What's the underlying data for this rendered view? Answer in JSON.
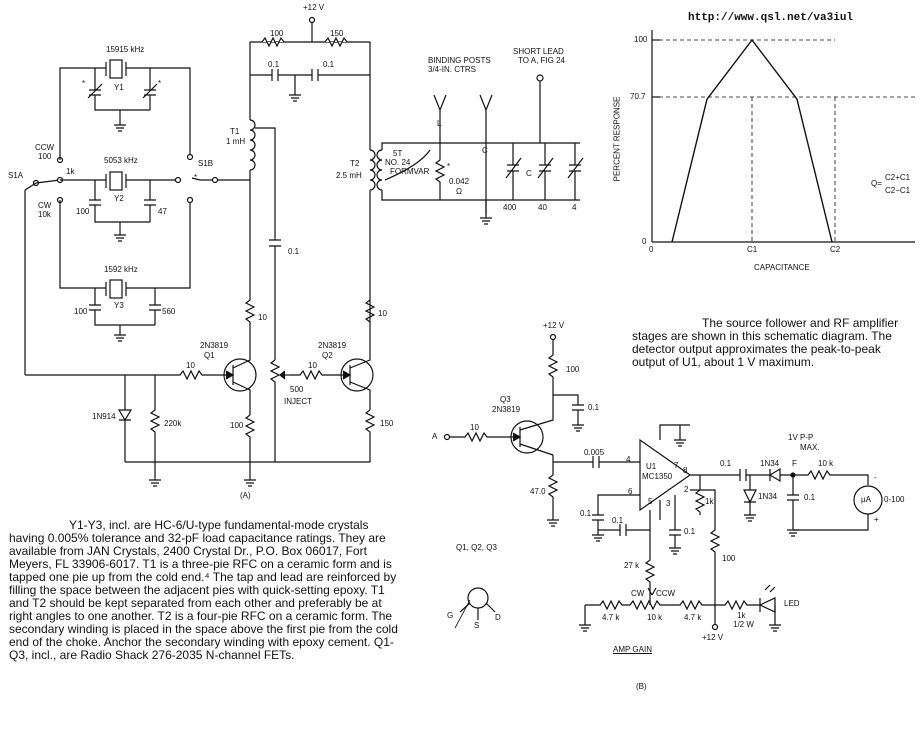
{
  "header": {
    "url": "http://www.qsl.net/va3iul"
  },
  "schematic_a": {
    "caption": "(A)",
    "supply": "+12 V",
    "crystals": [
      {
        "freq": "15915 kHz",
        "name": "Y1",
        "trims": [
          "*",
          "*"
        ]
      },
      {
        "freq": "5053 kHz",
        "name": "Y2",
        "caps": [
          "100",
          "47"
        ]
      },
      {
        "freq": "1592 kHz",
        "name": "Y3",
        "caps": [
          "100",
          "560"
        ]
      }
    ],
    "switch_a": "S1A",
    "switch_b": "S1B",
    "ccw": "CCW",
    "ccw_val": "100",
    "cw": "CW",
    "cw_val": "10k",
    "sw_1k": "1k",
    "sw_star": "*",
    "r_top_left": "100",
    "r_top_right": "150",
    "c_top_left": "0.1",
    "c_top_right": "0.1",
    "t1_name": "T1",
    "t1_val": "1 mH",
    "t2_name": "T2",
    "t2_val": "2.5 mH",
    "c_couple": "0.1",
    "r_d1": "10",
    "r_d2": "10",
    "q1_type": "2N3819",
    "q1_name": "Q1",
    "q2_type": "2N3819",
    "q2_name": "Q2",
    "r_gate1": "10",
    "r_gate2": "10",
    "pot": "500",
    "inject": "INJECT",
    "r_s1": "100",
    "r_s2": "150",
    "diode": "1N914",
    "r_gnd": "220k",
    "turns_a": "5T",
    "turns_b": "NO. 24",
    "turns_c": "FORMVAR",
    "binding_a": "BINDING POSTS",
    "binding_b": "3/4-IN. CTRS",
    "short_a": "SHORT LEAD",
    "short_b": "TO A, FIG 24",
    "post_l": "L",
    "post_c": "C",
    "res_star": "*",
    "res_val": "0.042",
    "res_unit": "Ω",
    "var_caps": [
      "400",
      "40",
      "4"
    ],
    "var_c": "C"
  },
  "chart_data": {
    "type": "line",
    "title": "",
    "xlabel": "CAPACITANCE",
    "ylabel": "PERCENT RESPONSE",
    "x_ticks": [
      "0",
      "C1",
      "C2"
    ],
    "y_ticks": [
      "0",
      "70.7",
      "100"
    ],
    "formula": "Q = (C2 + C1) / (C2 − C1)",
    "formula_num": "C2+C1",
    "formula_den": "C2−C1",
    "formula_q": "Q=",
    "series": [
      {
        "values": [
          [
            0.2,
            0
          ],
          [
            0.55,
            70.7
          ],
          [
            1.0,
            100
          ],
          [
            1.45,
            70.7
          ],
          [
            1.8,
            0
          ]
        ]
      }
    ]
  },
  "schematic_b": {
    "caption": "(B)",
    "supply": "+12 V",
    "supply2": "+12 V",
    "r_drain": "100",
    "c_bypass": "0.1",
    "q3_name": "Q3",
    "q3_type": "2N3819",
    "input": "A",
    "r_gate": "10",
    "r_source": "47.0",
    "c_in": "0.005",
    "u1_name": "U1",
    "u1_type": "MC1350",
    "pins": [
      "4",
      "7",
      "8",
      "6",
      "5",
      "3",
      "2"
    ],
    "c_left": "0.1",
    "c_mid": "0.1",
    "c_right": "0.1",
    "r_1k": "1k",
    "r_100": "100",
    "r_27k": "27 k",
    "r_47k_left": "4.7 k",
    "pot": "10 k",
    "pot_cw": "CW",
    "pot_ccw": "CCW",
    "r_47k_right": "4.7 k",
    "r_led": "1k",
    "r_led_watt": "1/2 W",
    "led": "LED",
    "amp_gain": "AMP GAIN",
    "c_out": "0.1",
    "diode1": "1N34",
    "diode2": "1N34",
    "vpp": "1V P-P",
    "vpp2": "MAX.",
    "f_label": "F",
    "c_det": "0.1",
    "r_det": "10 k",
    "meter": "µA",
    "meter_range": "0-100",
    "minus": "-",
    "plus": "+",
    "fet_pins": [
      "G",
      "D",
      "S"
    ],
    "fet_list": "Q1, Q2, Q3"
  },
  "text": {
    "para1": "Y1-Y3, incl. are HC-6/U-type fundamental-mode crystals having 0.005% tolerance and 32-pF load capacitance ratings. They are available from JAN Crystals, 2400 Crystal Dr., P.O. Box 06017, Fort Meyers, FL 33906-6017. T1 is a three-pie RFC on a ceramic form and is tapped one pie up from the cold end.⁴ The tap and lead are reinforced by filling the space between the adjacent pies with quick-setting epoxy. T1 and T2 should be kept separated from each other and preferably be at right angles to one another. T2 is a four-pie RFC on a ceramic form. The secondary winding is placed in the space above the first pie from the cold end of the choke. Anchor the secondary winding with epoxy cement. Q1-Q3, incl., are Radio Shack 276-2035 N-channel FETs.",
    "para2": "The source follower and RF amplifier stages are shown in this schematic diagram. The detector output approximates the peak-to-peak output of U1, about 1 V maximum."
  }
}
